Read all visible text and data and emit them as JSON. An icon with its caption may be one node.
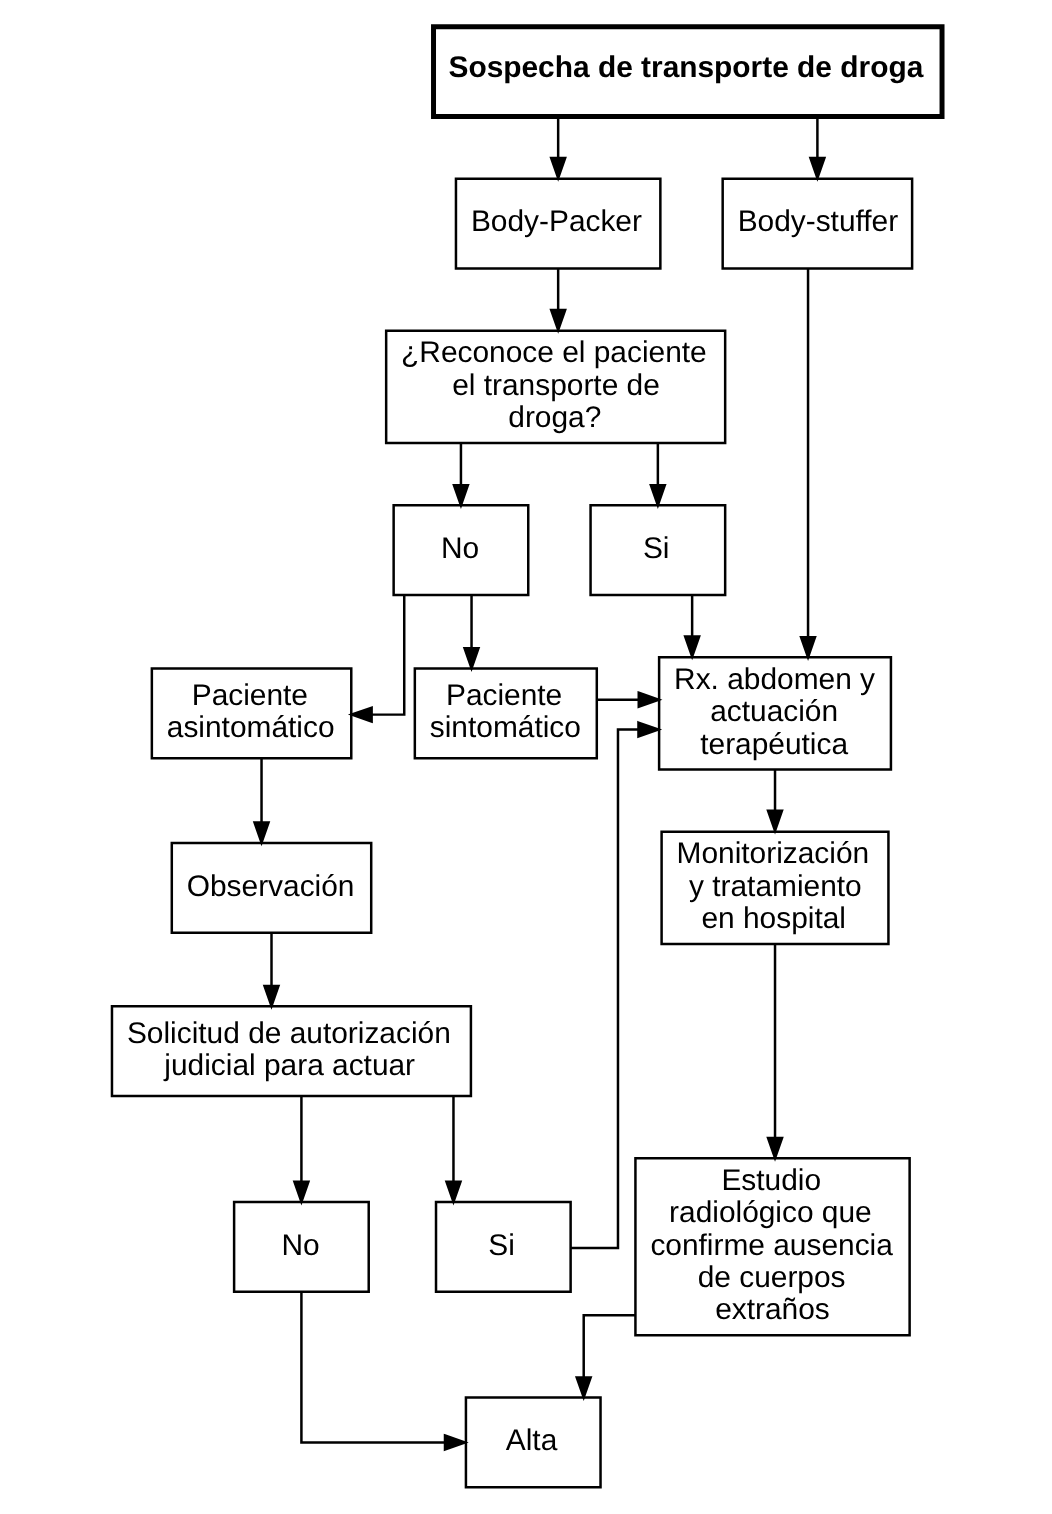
{
  "diagram": {
    "nodes": [
      {
        "text": [
          "Sospecha de transporte de droga"
        ]
      },
      {
        "text": [
          "Body-Packer"
        ]
      },
      {
        "text": [
          "Body-stuffer"
        ]
      },
      {
        "text": [
          "¿Reconoce el paciente el transporte de droga?"
        ]
      },
      {
        "text": [
          "No"
        ]
      },
      {
        "text": [
          "Si"
        ]
      },
      {
        "text": [
          "Paciente asintomático"
        ]
      },
      {
        "text": [
          "Paciente sintomático"
        ]
      },
      {
        "text": [
          "Rx. abdomen y actuación terapéutica"
        ]
      },
      {
        "text": [
          "Observación"
        ]
      },
      {
        "text": [
          "Solicitud de autorización judicial para actuar"
        ]
      },
      {
        "text": [
          "No"
        ]
      },
      {
        "text": [
          "Si"
        ]
      },
      {
        "text": [
          "Monitorización y tratamiento en hospital"
        ]
      },
      {
        "text": [
          "Estudio radiológico que confirme ausencia de cuerpos extraños"
        ]
      },
      {
        "text": [
          "Alta"
        ]
      }
    ],
    "edges": [
      {
        "from": 0,
        "to": 1,
        "arrow": "to"
      },
      {
        "from": 0,
        "to": 2,
        "arrow": "to"
      },
      {
        "from": 1,
        "to": 3,
        "arrow": "to"
      },
      {
        "from": 3,
        "to": 4,
        "arrow": "to"
      },
      {
        "from": 3,
        "to": 5,
        "arrow": "to"
      },
      {
        "from": 5,
        "to": 8,
        "arrow": "to"
      },
      {
        "from": 2,
        "to": 8,
        "arrow": "to"
      },
      {
        "from": 4,
        "to": 6,
        "arrow": "to"
      },
      {
        "from": 4,
        "to": 7,
        "arrow": "to"
      },
      {
        "from": 7,
        "to": 8,
        "arrow": "to"
      },
      {
        "from": 6,
        "to": 9,
        "arrow": "to"
      },
      {
        "from": 9,
        "to": 10,
        "arrow": "to"
      },
      {
        "from": 10,
        "to": 11,
        "arrow": "to"
      },
      {
        "from": 10,
        "to": 12,
        "arrow": "to"
      },
      {
        "from": 12,
        "to": 8,
        "arrow": "to"
      },
      {
        "from": 8,
        "to": 13,
        "arrow": "to"
      },
      {
        "from": 13,
        "to": 14,
        "arrow": "to"
      },
      {
        "from": 11,
        "to": 15,
        "arrow": "to"
      },
      {
        "from": 14,
        "to": 15,
        "arrow": "to"
      }
    ]
  }
}
